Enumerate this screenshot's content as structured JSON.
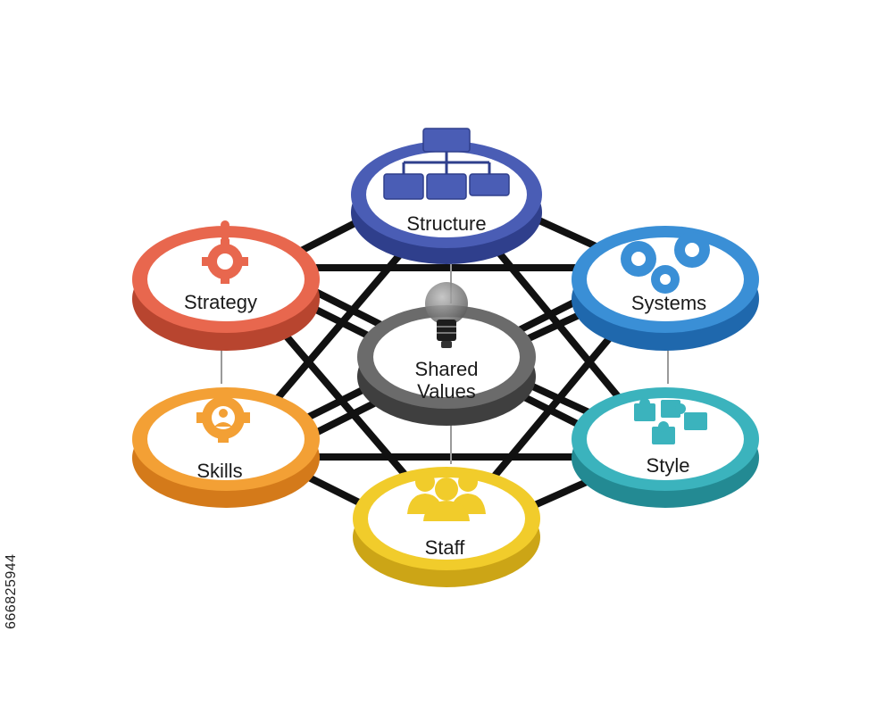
{
  "diagram": {
    "nodes": {
      "structure": {
        "label": "Structure",
        "color": "#4a5db5"
      },
      "systems": {
        "label": "Systems",
        "color": "#3a8fd6"
      },
      "style": {
        "label": "Style",
        "color": "#3bb3bd"
      },
      "staff": {
        "label": "Staff",
        "color": "#f1cc2b"
      },
      "skills": {
        "label": "Skills",
        "color": "#f3a035"
      },
      "strategy": {
        "label": "Strategy",
        "color": "#e8674e"
      },
      "shared": {
        "label_line1": "Shared",
        "label_line2": "Values",
        "color": "#5f5f5f"
      }
    },
    "icons": {
      "structure": "org-chart-icon",
      "systems": "gears-icon",
      "style": "puzzle-icon",
      "staff": "people-icon",
      "skills": "person-gear-icon",
      "strategy": "chess-gear-icon",
      "shared": "lightbulb-icon"
    }
  },
  "side_text": "666825944"
}
